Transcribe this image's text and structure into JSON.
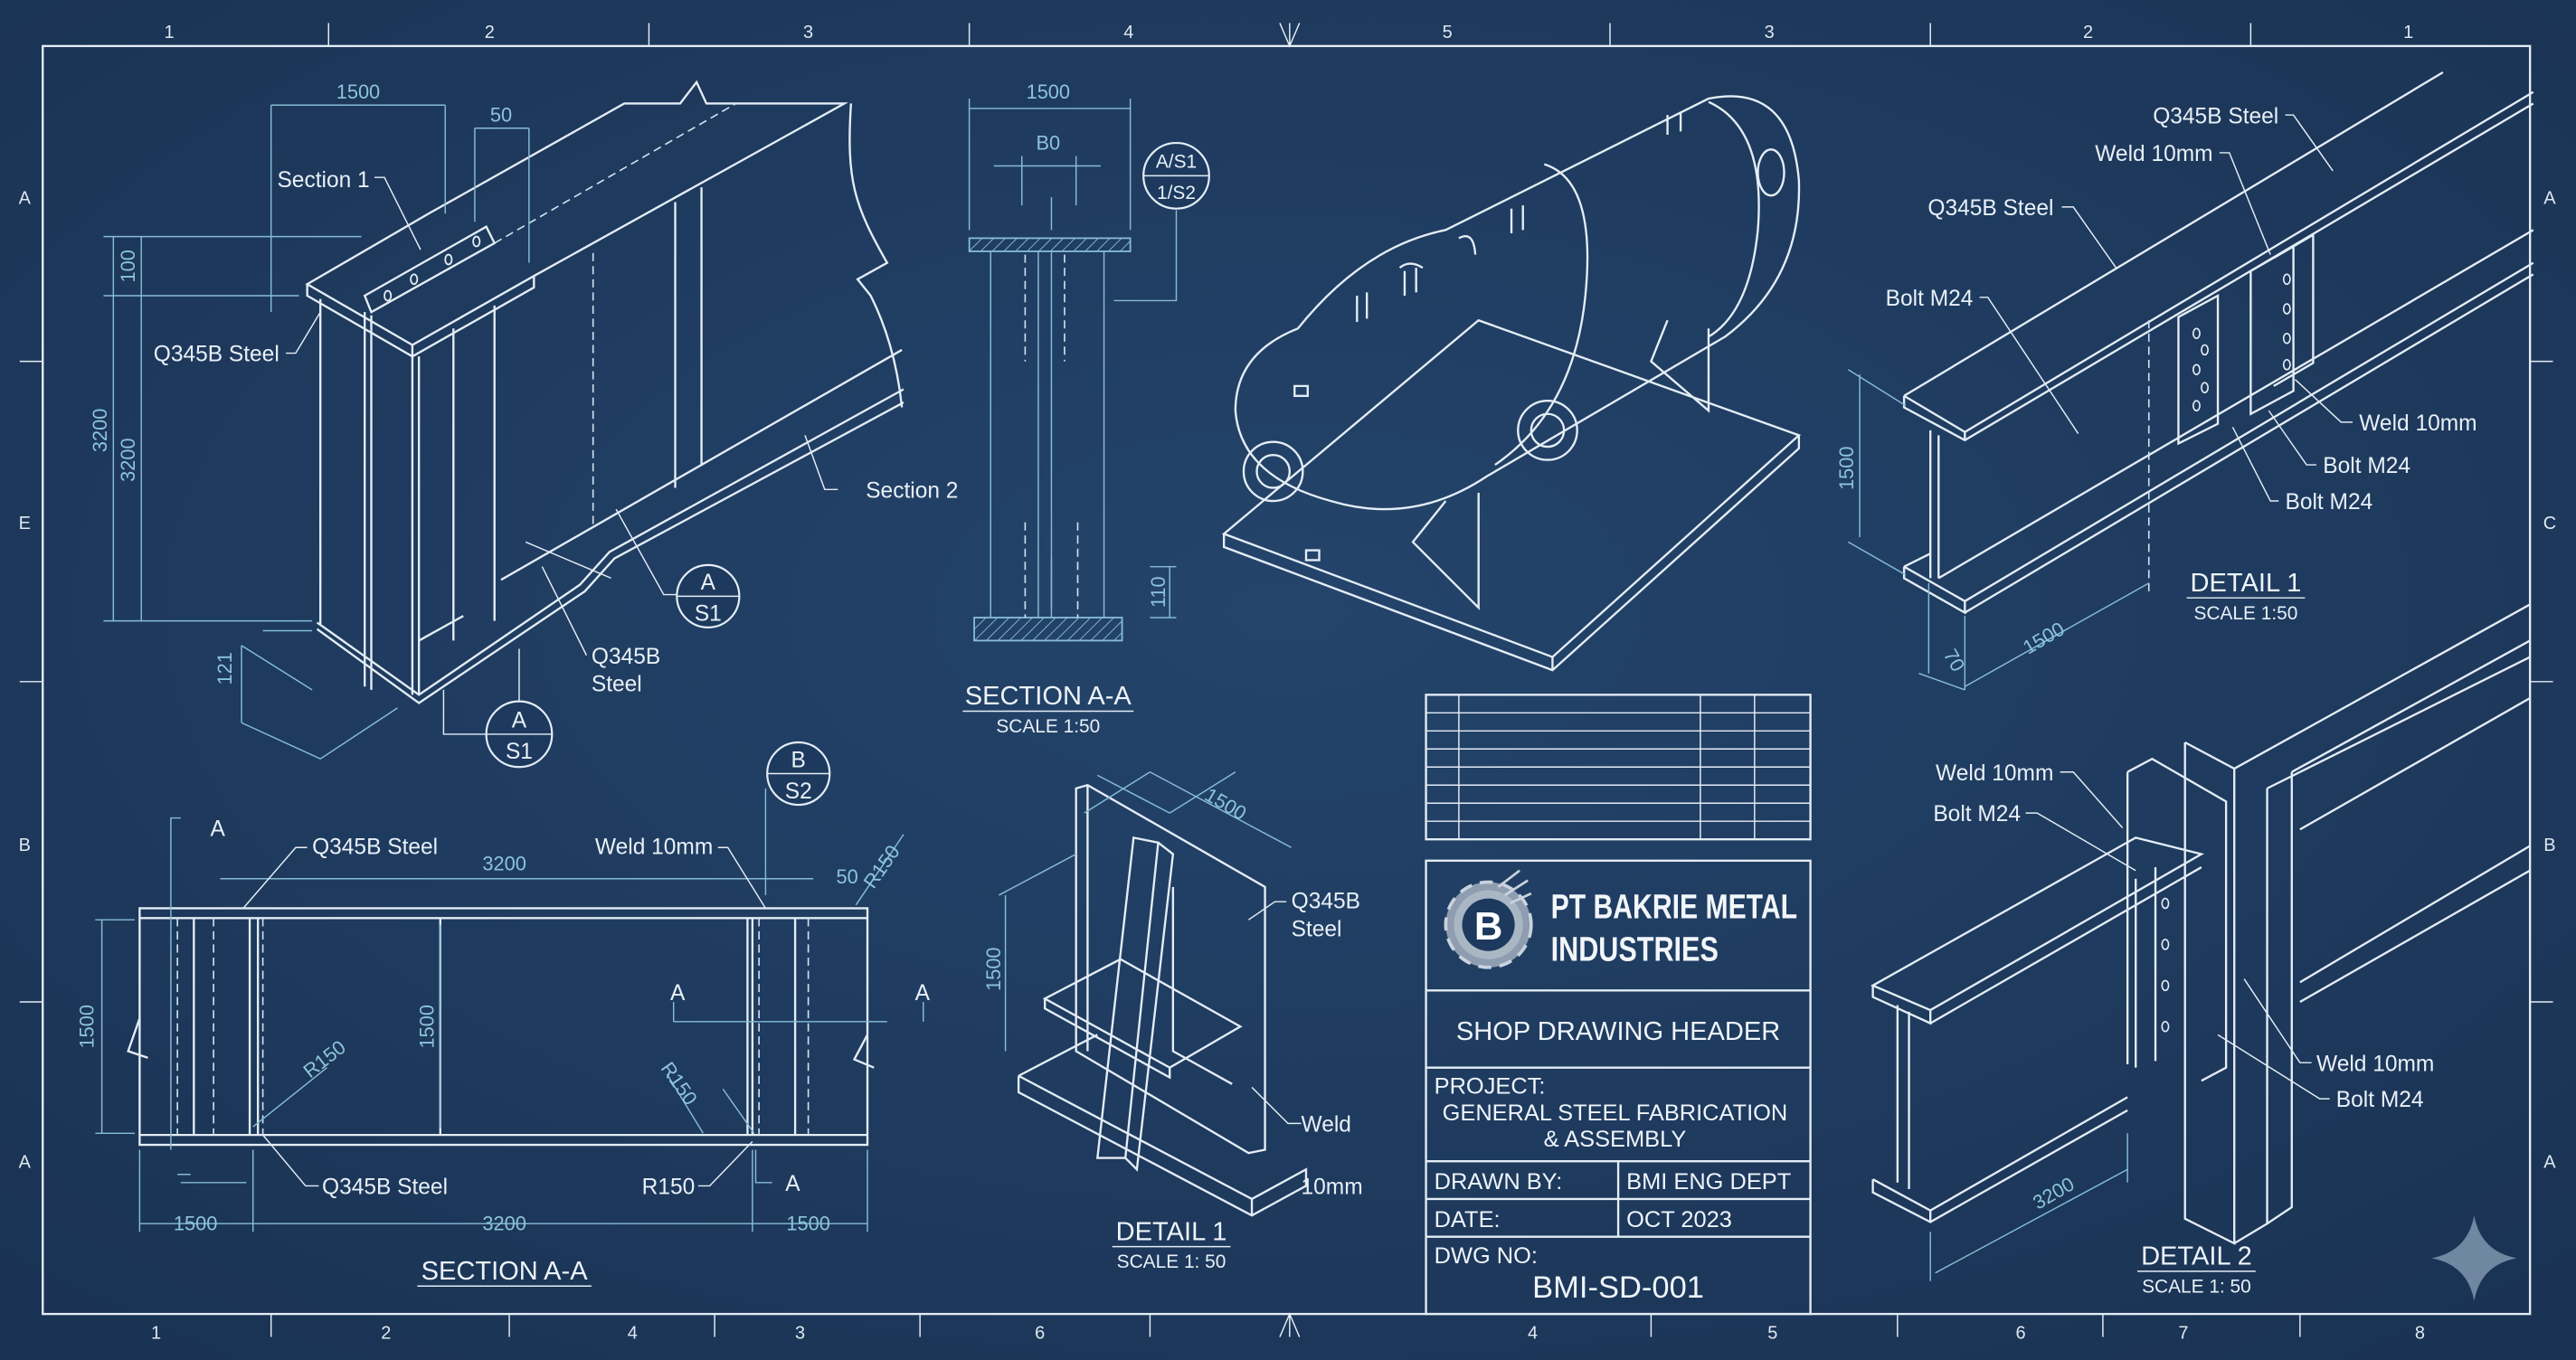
{
  "sheet": {
    "background_color": "#1d3a5e",
    "line_color": "#e4edf5",
    "dimension_color": "#8cc4dc",
    "border": {
      "top_zones": [
        "1",
        "2",
        "3",
        "4",
        "5",
        "3",
        "2",
        "1"
      ],
      "bottom_zones": [
        "1",
        "2",
        "4",
        "3",
        "6",
        "4",
        "5",
        "6",
        "7",
        "8"
      ],
      "left_zones": [
        "A",
        "E",
        "B",
        "A"
      ],
      "right_zones": [
        "A",
        "C",
        "B",
        "A"
      ]
    }
  },
  "iso_view": {
    "dims": {
      "width_top": "1500",
      "plate": "50",
      "flange": "100",
      "height_outer": "3200",
      "height_inner": "3200",
      "base": "121"
    },
    "labels": {
      "section1": "Section 1",
      "steel": "Q345B Steel",
      "section2": "Section 2",
      "steel_bottom_1": "Q345B",
      "steel_bottom_2": "Steel"
    },
    "callouts": [
      {
        "top": "A",
        "bottom": "S1"
      },
      {
        "top": "A",
        "bottom": "S1"
      }
    ]
  },
  "section_center": {
    "dims": {
      "width": "1500",
      "web": "B0",
      "flange": "110"
    },
    "callout": {
      "top": "A/S1",
      "bottom": "1/S2"
    },
    "title": "SECTION A-A",
    "scale": "SCALE 1:50"
  },
  "detail1_right": {
    "labels": {
      "steel_top": "Q345B Steel",
      "weld_top": "Weld 10mm",
      "steel_left": "Q345B Steel",
      "bolt_left": "Bolt M24",
      "weld_right": "Weld 10mm",
      "bolt_right1": "Bolt M24",
      "bolt_right2": "Bolt M24"
    },
    "dims": {
      "height": "1500",
      "length": "1500",
      "flange": "70"
    },
    "title": "DETAIL 1",
    "scale": "SCALE 1:50"
  },
  "section_bottom": {
    "labels": {
      "steel_top": "Q345B Steel",
      "weld": "Weld 10mm",
      "steel_bottom": "Q345B Steel",
      "r150_label": "R150"
    },
    "dims": {
      "top_span": "3200",
      "offset": "50",
      "radius_top": "R150",
      "height_left": "1500",
      "height_mid": "1500",
      "radius_left": "R150",
      "radius_right": "R150",
      "bottom_left": "1500",
      "bottom_mid": "3200",
      "bottom_right": "1500"
    },
    "section_marks": [
      "A",
      "A",
      "A",
      "A"
    ],
    "callout": {
      "top": "B",
      "bottom": "S2"
    },
    "title": "SECTION A-A"
  },
  "detail1_mid": {
    "labels": {
      "steel_1": "Q345B",
      "steel_2": "Steel",
      "weld_1": "Weld",
      "weld_2": "10mm"
    },
    "dims": {
      "length": "1500",
      "height": "1500"
    },
    "title": "DETAIL 1",
    "scale": "SCALE 1: 50"
  },
  "detail2": {
    "labels": {
      "weld_top": "Weld 10mm",
      "bolt_top": "Bolt M24",
      "weld_right": "Weld 10mm",
      "bolt_right": "Bolt M24"
    },
    "dims": {
      "length": "3200"
    },
    "title": "DETAIL 2",
    "scale": "SCALE 1: 50"
  },
  "title_block": {
    "company_line1": "PT BAKRIE METAL",
    "company_line2": "INDUSTRIES",
    "logo_letter": "B",
    "header": "SHOP DRAWING HEADER",
    "project_label": "PROJECT:",
    "project_line1": "GENERAL STEEL FABRICATION",
    "project_line2": "& ASSEMBLY",
    "drawn_by_label": "DRAWN BY:",
    "drawn_by_value": "BMI ENG DEPT",
    "date_label": "DATE:",
    "date_value": "OCT 2023",
    "dwg_no_label": "DWG NO:",
    "dwg_no_value": "BMI-SD-001"
  }
}
